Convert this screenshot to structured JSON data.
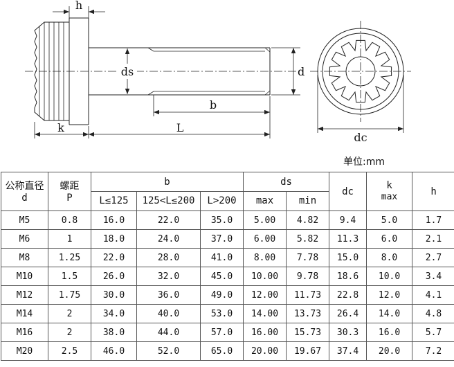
{
  "unit_label": "单位:mm",
  "drawing": {
    "labels": {
      "h": "h",
      "ds": "ds",
      "b": "b",
      "L": "L",
      "k": "k",
      "d": "d",
      "dc": "dc"
    }
  },
  "table": {
    "headers": {
      "nominal_diameter_line1": "公称直径",
      "nominal_diameter_line2": "d",
      "pitch_line1": "螺距",
      "pitch_line2": "P",
      "b_group": "b",
      "b_sub": [
        "L≤125",
        "125<L≤200",
        "L>200"
      ],
      "ds_group": "ds",
      "ds_sub": [
        "max",
        "min"
      ],
      "dc": "dc",
      "k_line1": "k",
      "k_line2": "max",
      "h": "h"
    },
    "rows": [
      [
        "M5",
        "0.8",
        "16.0",
        "22.0",
        "35.0",
        "5.00",
        "4.82",
        "9.4",
        "5.0",
        "1.7"
      ],
      [
        "M6",
        "1",
        "18.0",
        "24.0",
        "37.0",
        "6.00",
        "5.82",
        "11.3",
        "6.0",
        "2.1"
      ],
      [
        "M8",
        "1.25",
        "22.0",
        "28.0",
        "41.0",
        "8.00",
        "7.78",
        "15.0",
        "8.0",
        "2.7"
      ],
      [
        "M10",
        "1.5",
        "26.0",
        "32.0",
        "45.0",
        "10.00",
        "9.78",
        "18.6",
        "10.0",
        "3.4"
      ],
      [
        "M12",
        "1.75",
        "30.0",
        "36.0",
        "49.0",
        "12.00",
        "11.73",
        "22.8",
        "12.0",
        "4.1"
      ],
      [
        "M14",
        "2",
        "34.0",
        "40.0",
        "53.0",
        "14.00",
        "13.73",
        "26.4",
        "14.0",
        "4.8"
      ],
      [
        "M16",
        "2",
        "38.0",
        "44.0",
        "57.0",
        "16.00",
        "15.73",
        "30.3",
        "16.0",
        "5.7"
      ],
      [
        "M20",
        "2.5",
        "46.0",
        "52.0",
        "65.0",
        "20.00",
        "19.67",
        "37.4",
        "20.0",
        "7.2"
      ]
    ]
  }
}
